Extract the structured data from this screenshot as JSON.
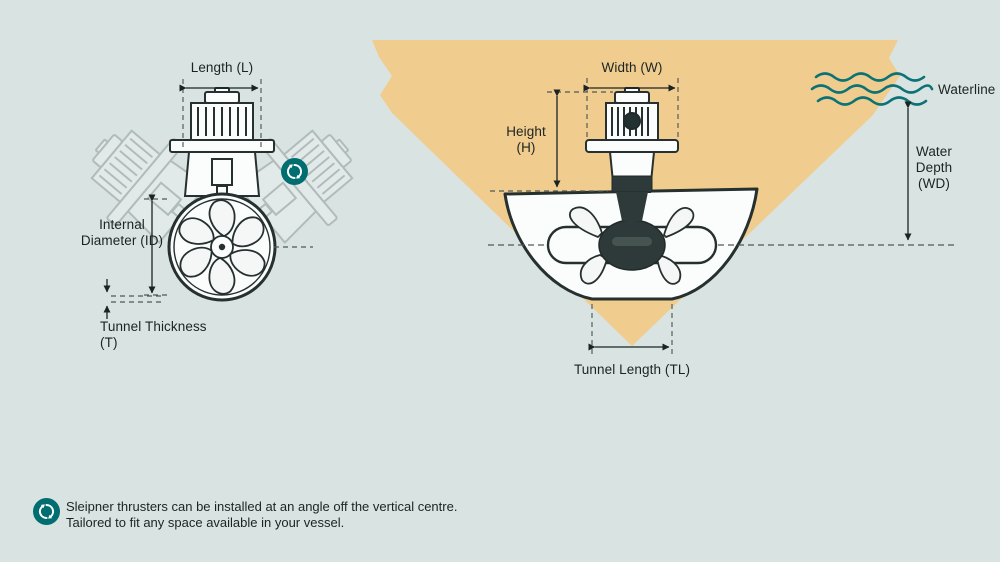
{
  "colors": {
    "background": "#d9e3e2",
    "hull_fill": "#f0cd8f",
    "accent_teal": "#006e70",
    "wave_teal": "#0b7275",
    "line_dark": "#1c2423"
  },
  "left_diagram": {
    "length_label": "Length (L)",
    "internal_diameter_label": "Internal Diameter (ID)",
    "tunnel_thickness_label": "Tunnel Thickness (T)"
  },
  "right_diagram": {
    "width_label": "Width (W)",
    "height_label": "Height (H)",
    "waterline_label": "Waterline",
    "water_depth_label": "Water Depth (WD)",
    "tunnel_length_label": "Tunnel Length (TL)"
  },
  "footer": {
    "line1": "Sleipner thrusters can be installed at an angle off the vertical centre.",
    "line2": "Tailored to fit any space available in your vessel."
  }
}
